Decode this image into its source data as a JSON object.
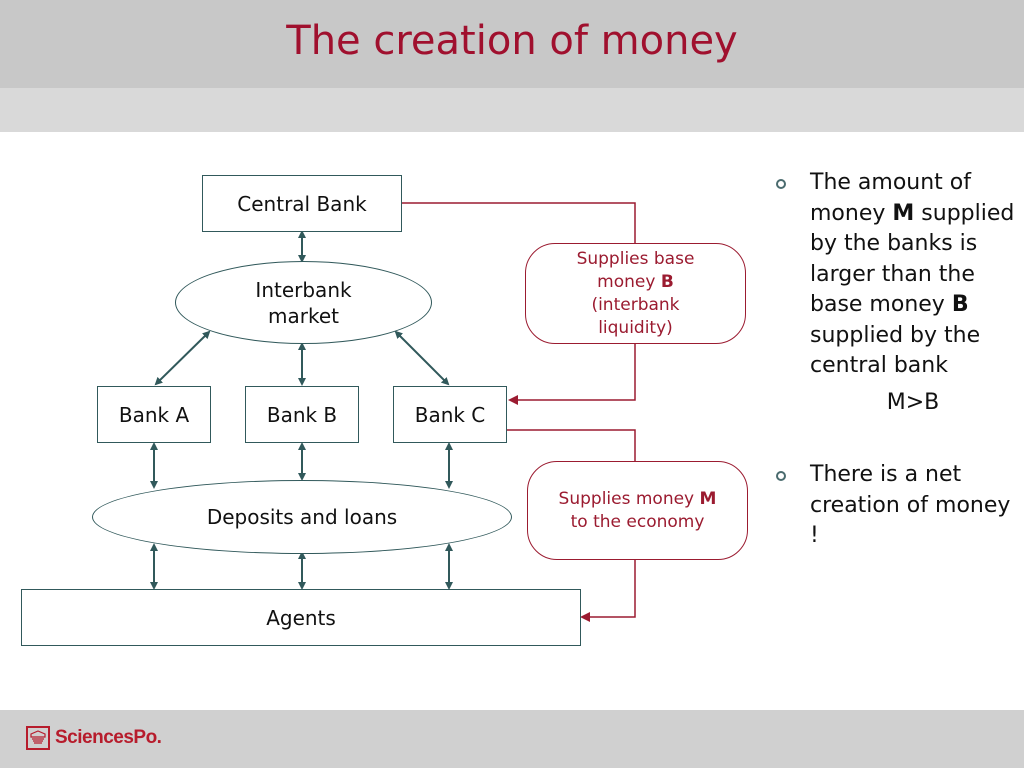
{
  "slide": {
    "title": "The creation of money"
  },
  "diagram": {
    "central_bank": "Central Bank",
    "interbank_market": [
      "Interbank",
      "market"
    ],
    "banks": [
      "Bank A",
      "Bank B",
      "Bank C"
    ],
    "deposits_loans": "Deposits and loans",
    "agents": "Agents",
    "supplies_base": {
      "line1": "Supplies base",
      "line2_text": "money",
      "line2_bold": "B",
      "line3": "(interbank",
      "line4": "liquidity)"
    },
    "supplies_money": {
      "line1_text": "Supplies money",
      "line1_bold": "M",
      "line2": "to the economy"
    }
  },
  "bullets": {
    "first": {
      "part1": "The amount of money",
      "bold1": "M",
      "part2": "supplied by the banks is larger than the base money",
      "bold2": "B",
      "part3": "supplied by the central bank"
    },
    "formula": "M>B",
    "second": "There is a net creation of money !"
  },
  "footer": {
    "logo_text": "SciencesPo."
  },
  "colors": {
    "title": "#a0102e",
    "arrow_teal": "#31595b",
    "arrow_red": "#9b1b30"
  }
}
